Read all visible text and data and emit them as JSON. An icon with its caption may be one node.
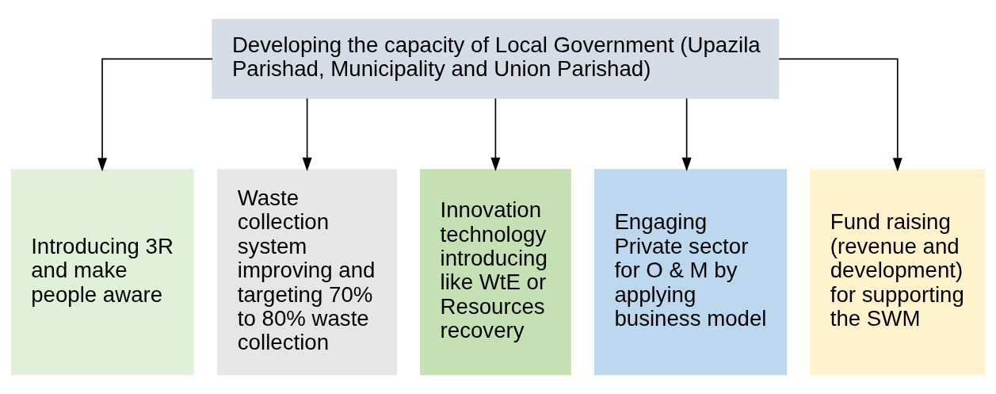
{
  "diagram": {
    "nodes": [
      {
        "text": [
          "Developing the capacity of Local Government (Upazila Parishad, Municipality and Union Parishad)"
        ]
      },
      {
        "text": [
          "Introducing 3R and make people aware"
        ]
      },
      {
        "text": [
          "Waste collection system improving and targeting 70% to 80% waste collection"
        ]
      },
      {
        "text": [
          "Innovation technology introducing like WtE or Resources recovery"
        ]
      },
      {
        "text": [
          "Engaging Private sector for O & M by applying business model"
        ]
      },
      {
        "text": [
          "Fund raising (revenue and development) for supporting the SWM"
        ]
      }
    ],
    "edges": [
      {
        "from": 0,
        "to": 1,
        "arrow": "to"
      },
      {
        "from": 0,
        "to": 2,
        "arrow": "to"
      },
      {
        "from": 0,
        "to": 3,
        "arrow": "to"
      },
      {
        "from": 0,
        "to": 4,
        "arrow": "to"
      },
      {
        "from": 0,
        "to": 5,
        "arrow": "to"
      }
    ]
  }
}
